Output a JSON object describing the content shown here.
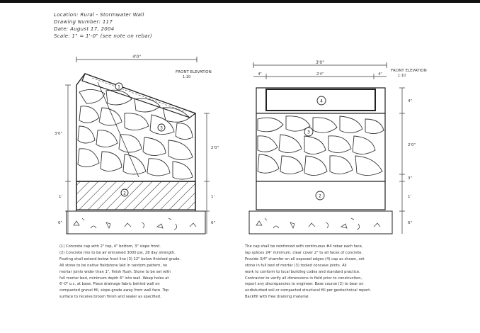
{
  "header": {
    "lines": [
      "Location: Rural - Stormwater Wall",
      "Drawing Number: 117",
      "Date: August 17, 2004",
      "Scale: 1\" = 1'-0\" (see note on rebar)"
    ]
  },
  "left_elevation": {
    "title": "FRONT ELEVATION",
    "subtitle": "1:10",
    "top_dim": "4'0\"",
    "left_dims": [
      "3'0\"",
      "1'",
      "6\""
    ],
    "right_dims": [
      "2'0\"",
      "1'",
      "6\""
    ],
    "tag_top": "1",
    "tag_mid": "3",
    "tag_low": "2"
  },
  "right_elevation": {
    "title": "FRONT ELEVATION",
    "subtitle": "1:10",
    "top_dim": "3'0\"",
    "sub_dims": [
      "4\"",
      "2'4\"",
      "4\""
    ],
    "right_dims": [
      "4\"",
      "2'0\"",
      "3\"",
      "1'",
      "6\""
    ],
    "tag_cap": "4",
    "tag_stone": "3",
    "tag_base": "2"
  },
  "notes_left": [
    "(1) Concrete cap with 2\" top, 4\" bottom, 3\" slope front.",
    "(2) Concrete mix to be air entrained 3000 psi, 28 day strength.",
    "Footing shall extend below frost line (3) 12\" below finished grade.",
    "All stone to be native fieldstone laid in random pattern, no",
    "mortar joints wider than 1\", finish flush. Stone to be set with",
    "full mortar bed, minimum depth 6\" into wall. Weep holes at",
    "6'-0\" o.c. at base. Place drainage fabric behind wall on",
    "compacted gravel fill, slope grade away from wall face. Top",
    "surface to receive broom finish and sealer as specified."
  ],
  "notes_right": [
    "The cap shall be reinforced with continuous #4 rebar each face,",
    "lap splices 24\" minimum, clear cover 2\" to all faces of concrete.",
    "Provide 3/4\" chamfer on all exposed edges (4) cap as shown, set",
    "stone in full bed of mortar (3) tooled concave joints. All",
    "work to conform to local building codes and standard practice.",
    "Contractor to verify all dimensions in field prior to construction,",
    "report any discrepancies to engineer. Base course (2) to bear on",
    "undisturbed soil or compacted structural fill per geotechnical report.",
    "Backfill with free draining material."
  ]
}
